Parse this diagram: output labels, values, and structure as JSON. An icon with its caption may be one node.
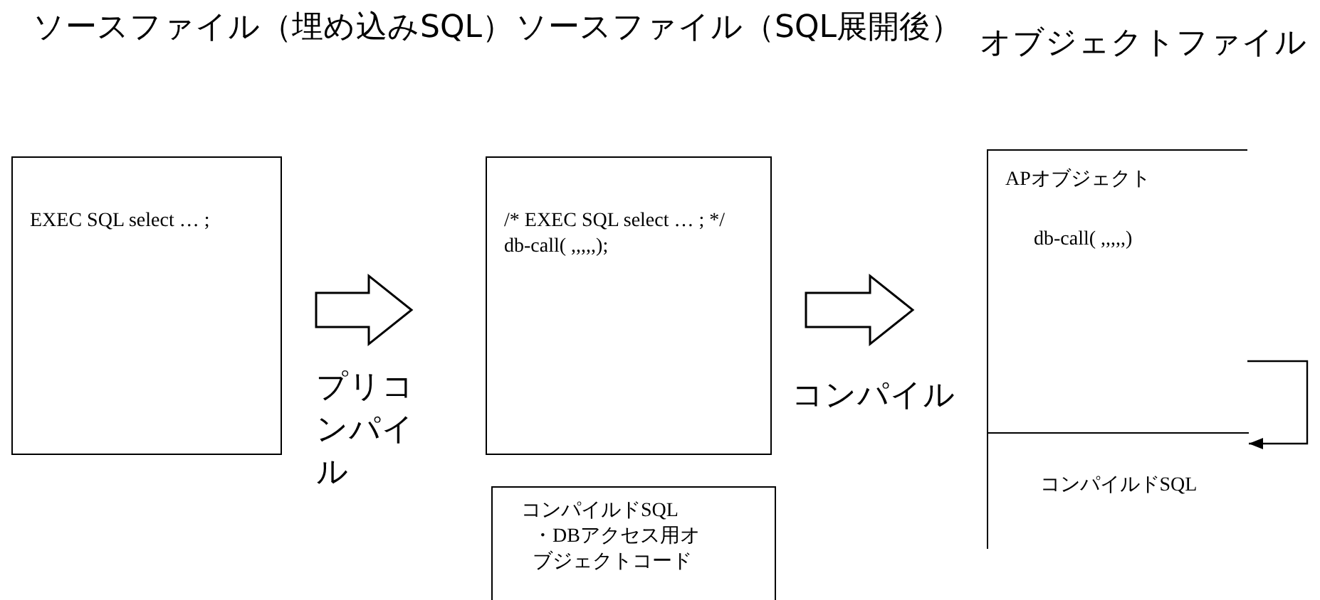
{
  "diagram": {
    "nodes": [
      {
        "text": [
          "ソースファイル（埋め込みSQL）",
          "EXEC SQL select … ;"
        ]
      },
      {
        "text": [
          "ソースファイル（SQL展開後）",
          "/* EXEC SQL select … ; */",
          "db-call( ,,,,,);"
        ]
      },
      {
        "text": [
          "コンパイルドSQL",
          "・DBアクセス用オブジェクトコード"
        ]
      },
      {
        "text": [
          "オブジェクトファイル"
        ]
      },
      {
        "text": [
          "APオブジェクト",
          "db-call( ,,,,,)"
        ],
        "in": 3
      },
      {
        "text": [
          "コンパイルドSQL"
        ],
        "in": 3
      }
    ],
    "edges": [
      {
        "from": 0,
        "to": 1,
        "arrow": "to",
        "label": "プリコンパイル"
      },
      {
        "from": 1,
        "to": 3,
        "arrow": "to",
        "label": "コンパイル"
      },
      {
        "from": 4,
        "to": 5,
        "arrow": "to"
      }
    ]
  }
}
